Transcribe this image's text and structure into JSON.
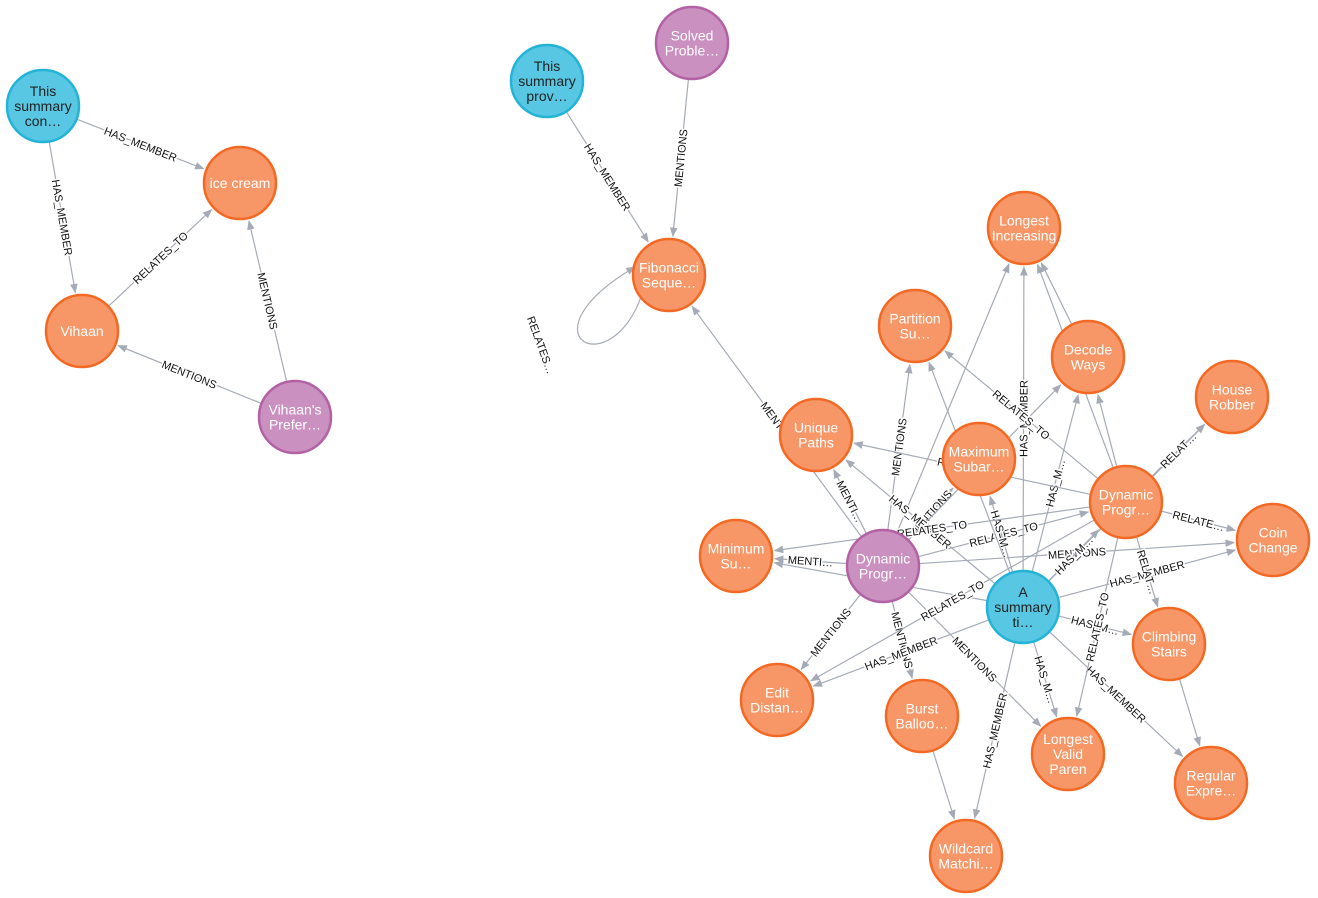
{
  "palette": {
    "entity": "#f79767",
    "entity_border": "#f36924",
    "summary": "#57c7e3",
    "summary_border": "#23b3d7",
    "episode": "#c990c0",
    "episode_border": "#b261a5",
    "edge": "#a5abb6"
  },
  "nodes": [
    {
      "id": "sum1",
      "kind": "summary",
      "lines": [
        "This",
        "summary",
        "con…"
      ]
    },
    {
      "id": "icecream",
      "kind": "entity",
      "lines": [
        "ice cream"
      ]
    },
    {
      "id": "vihaan",
      "kind": "entity",
      "lines": [
        "Vihaan"
      ]
    },
    {
      "id": "vihpref",
      "kind": "episode",
      "lines": [
        "Vihaan's",
        "Prefer…"
      ]
    },
    {
      "id": "sum2",
      "kind": "summary",
      "lines": [
        "This",
        "summary",
        "prov…"
      ]
    },
    {
      "id": "solved",
      "kind": "episode",
      "lines": [
        "Solved",
        "Proble…"
      ]
    },
    {
      "id": "fib",
      "kind": "entity",
      "lines": [
        "Fibonacci",
        "Seque…"
      ]
    },
    {
      "id": "lis",
      "kind": "entity",
      "lines": [
        "Longest",
        "Increasing"
      ]
    },
    {
      "id": "partition",
      "kind": "entity",
      "lines": [
        "Partition",
        "Su…"
      ]
    },
    {
      "id": "decode",
      "kind": "entity",
      "lines": [
        "Decode",
        "Ways"
      ]
    },
    {
      "id": "house",
      "kind": "entity",
      "lines": [
        "House",
        "Robber"
      ]
    },
    {
      "id": "unique",
      "kind": "entity",
      "lines": [
        "Unique",
        "Paths"
      ]
    },
    {
      "id": "maxsub",
      "kind": "entity",
      "lines": [
        "Maximum",
        "Subar…"
      ]
    },
    {
      "id": "dpent",
      "kind": "entity",
      "lines": [
        "Dynamic",
        "Progr…"
      ]
    },
    {
      "id": "coin",
      "kind": "entity",
      "lines": [
        "Coin",
        "Change"
      ]
    },
    {
      "id": "minsum",
      "kind": "entity",
      "lines": [
        "Minimum",
        "Su…"
      ]
    },
    {
      "id": "dpep",
      "kind": "episode",
      "lines": [
        "Dynamic",
        "Progr…"
      ]
    },
    {
      "id": "sum3",
      "kind": "summary",
      "lines": [
        "A",
        "summary",
        "ti…"
      ]
    },
    {
      "id": "climb",
      "kind": "entity",
      "lines": [
        "Climbing",
        "Stairs"
      ]
    },
    {
      "id": "edit",
      "kind": "entity",
      "lines": [
        "Edit",
        "Distan…"
      ]
    },
    {
      "id": "burst",
      "kind": "entity",
      "lines": [
        "Burst",
        "Balloo…"
      ]
    },
    {
      "id": "lvp",
      "kind": "entity",
      "lines": [
        "Longest",
        "Valid",
        "Paren"
      ]
    },
    {
      "id": "regex",
      "kind": "entity",
      "lines": [
        "Regular",
        "Expre…"
      ]
    },
    {
      "id": "wildcard",
      "kind": "entity",
      "lines": [
        "Wildcard",
        "Matchi…"
      ]
    }
  ],
  "edges": [
    {
      "from": "sum1",
      "to": "icecream",
      "label": "HAS_MEMBER"
    },
    {
      "from": "sum1",
      "to": "vihaan",
      "label": "HAS_MEMBER"
    },
    {
      "from": "vihaan",
      "to": "icecream",
      "label": "RELATES_TO"
    },
    {
      "from": "vihpref",
      "to": "icecream",
      "label": "MENTIONS"
    },
    {
      "from": "vihpref",
      "to": "vihaan",
      "label": "MENTIONS"
    },
    {
      "from": "sum2",
      "to": "fib",
      "label": "HAS_MEMBER"
    },
    {
      "from": "solved",
      "to": "fib",
      "label": "MENTIONS"
    },
    {
      "from": "fib",
      "to": "fib",
      "label": "RELATES…"
    },
    {
      "from": "dpep",
      "to": "fib",
      "label": "MENTI…"
    },
    {
      "from": "dpep",
      "to": "unique",
      "label": "MENTI…"
    },
    {
      "from": "dpep",
      "to": "minsum",
      "label": "MENTI…"
    },
    {
      "from": "dpep",
      "to": "edit",
      "label": "MENTIONS"
    },
    {
      "from": "dpep",
      "to": "burst",
      "label": "MENTIONS"
    },
    {
      "from": "dpep",
      "to": "partition",
      "label": "MENTIONS"
    },
    {
      "from": "dpep",
      "to": "lis",
      "label": ""
    },
    {
      "from": "dpep",
      "to": "maxsub",
      "label": "MENTIONS"
    },
    {
      "from": "dpep",
      "to": "dpent",
      "label": "RELATES_TO"
    },
    {
      "from": "dpep",
      "to": "coin",
      "label": "MENTIONS"
    },
    {
      "from": "dpep",
      "to": "lvp",
      "label": "MENTIONS"
    },
    {
      "from": "dpep",
      "to": "decode",
      "label": ""
    },
    {
      "from": "sum3",
      "to": "unique",
      "label": "HAS_MEMBER"
    },
    {
      "from": "sum3",
      "to": "minsum",
      "label": ""
    },
    {
      "from": "sum3",
      "to": "lis",
      "label": "HAS_MEMBER"
    },
    {
      "from": "sum3",
      "to": "maxsub",
      "label": "HAS_M…"
    },
    {
      "from": "sum3",
      "to": "decode",
      "label": "HAS_M…"
    },
    {
      "from": "sum3",
      "to": "house",
      "label": ""
    },
    {
      "from": "sum3",
      "to": "coin",
      "label": "HAS_MEMBER"
    },
    {
      "from": "sum3",
      "to": "climb",
      "label": "HAS_M…"
    },
    {
      "from": "sum3",
      "to": "regex",
      "label": "HAS_MEMBER"
    },
    {
      "from": "sum3",
      "to": "lvp",
      "label": "HAS_M…"
    },
    {
      "from": "sum3",
      "to": "wildcard",
      "label": "HAS_MEMBER"
    },
    {
      "from": "sum3",
      "to": "edit",
      "label": "HAS_MEMBER"
    },
    {
      "from": "sum3",
      "to": "dpent",
      "label": "HAS_M…"
    },
    {
      "from": "sum3",
      "to": "partition",
      "label": ""
    },
    {
      "from": "dpent",
      "to": "house",
      "label": "RELAT…"
    },
    {
      "from": "dpent",
      "to": "coin",
      "label": "RELATE…"
    },
    {
      "from": "dpent",
      "to": "climb",
      "label": "RELAT…"
    },
    {
      "from": "dpent",
      "to": "lis",
      "label": "RELAT…"
    },
    {
      "from": "dpent",
      "to": "unique",
      "label": "RELATES_TO"
    },
    {
      "from": "dpent",
      "to": "partition",
      "label": "RELATES_TO"
    },
    {
      "from": "dpent",
      "to": "minsum",
      "label": "RELATES_TO"
    },
    {
      "from": "dpent",
      "to": "edit",
      "label": "RELATES_TO"
    },
    {
      "from": "dpent",
      "to": "lvp",
      "label": "RELATES_TO"
    },
    {
      "from": "dpent",
      "to": "decode",
      "label": ""
    },
    {
      "from": "decode",
      "to": "lis",
      "label": ""
    },
    {
      "from": "climb",
      "to": "regex",
      "label": ""
    },
    {
      "from": "burst",
      "to": "wildcard",
      "label": ""
    }
  ]
}
